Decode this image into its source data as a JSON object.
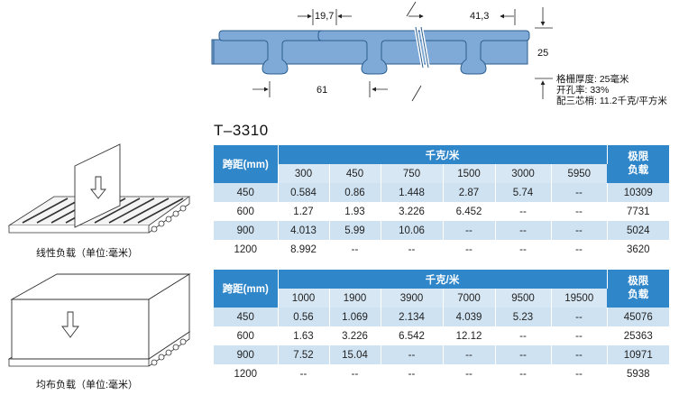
{
  "profile": {
    "dim_top_left": "19,7",
    "dim_top_right": "41,3",
    "dim_height": "25",
    "dim_bottom": "61",
    "specs": [
      "格栅厚度: 25毫米",
      "开孔率: 33%",
      "配三芯梢: 11.2千克/平方米"
    ]
  },
  "model": "T–3310",
  "line_load": {
    "caption": "线性负载（单位:毫米）",
    "header": {
      "span": "跨距(mm)",
      "unit": "千克/米",
      "limit": "极限\n负载"
    },
    "columns": [
      "300",
      "450",
      "750",
      "1500",
      "3000",
      "5950"
    ],
    "rows": [
      {
        "span": "450",
        "values": [
          "0.584",
          "0.86",
          "1.448",
          "2.87",
          "5.74",
          "--"
        ],
        "limit": "10309"
      },
      {
        "span": "600",
        "values": [
          "1.27",
          "1.93",
          "3.226",
          "6.452",
          "--",
          "--"
        ],
        "limit": "7731"
      },
      {
        "span": "900",
        "values": [
          "4.013",
          "5.99",
          "10.06",
          "--",
          "--",
          "--"
        ],
        "limit": "5024"
      },
      {
        "span": "1200",
        "values": [
          "8.992",
          "--",
          "--",
          "--",
          "--",
          "--"
        ],
        "limit": "3620"
      }
    ]
  },
  "uniform_load": {
    "caption": "均布负载（单位:毫米）",
    "header": {
      "span": "跨距(mm)",
      "unit": "千克/米",
      "limit": "极限\n负载"
    },
    "columns": [
      "1000",
      "1900",
      "3900",
      "7000",
      "9500",
      "19500"
    ],
    "rows": [
      {
        "span": "450",
        "values": [
          "0.56",
          "1.069",
          "2.134",
          "4.039",
          "5.23",
          "--"
        ],
        "limit": "45076"
      },
      {
        "span": "600",
        "values": [
          "1.63",
          "3.226",
          "6.542",
          "12.12",
          "--",
          "--"
        ],
        "limit": "25363"
      },
      {
        "span": "900",
        "values": [
          "7.52",
          "15.04",
          "--",
          "--",
          "--",
          "--"
        ],
        "limit": "10971"
      },
      {
        "span": "1200",
        "values": [
          "--",
          "--",
          "--",
          "--",
          "--",
          "--"
        ],
        "limit": "5938"
      }
    ]
  },
  "colors": {
    "header": "#2f86c9",
    "subheader": "#d7e7f4",
    "row_tint": "#cfe2f2",
    "profile_fill": "#7fa9d6",
    "profile_stroke": "#2d5f8f"
  }
}
